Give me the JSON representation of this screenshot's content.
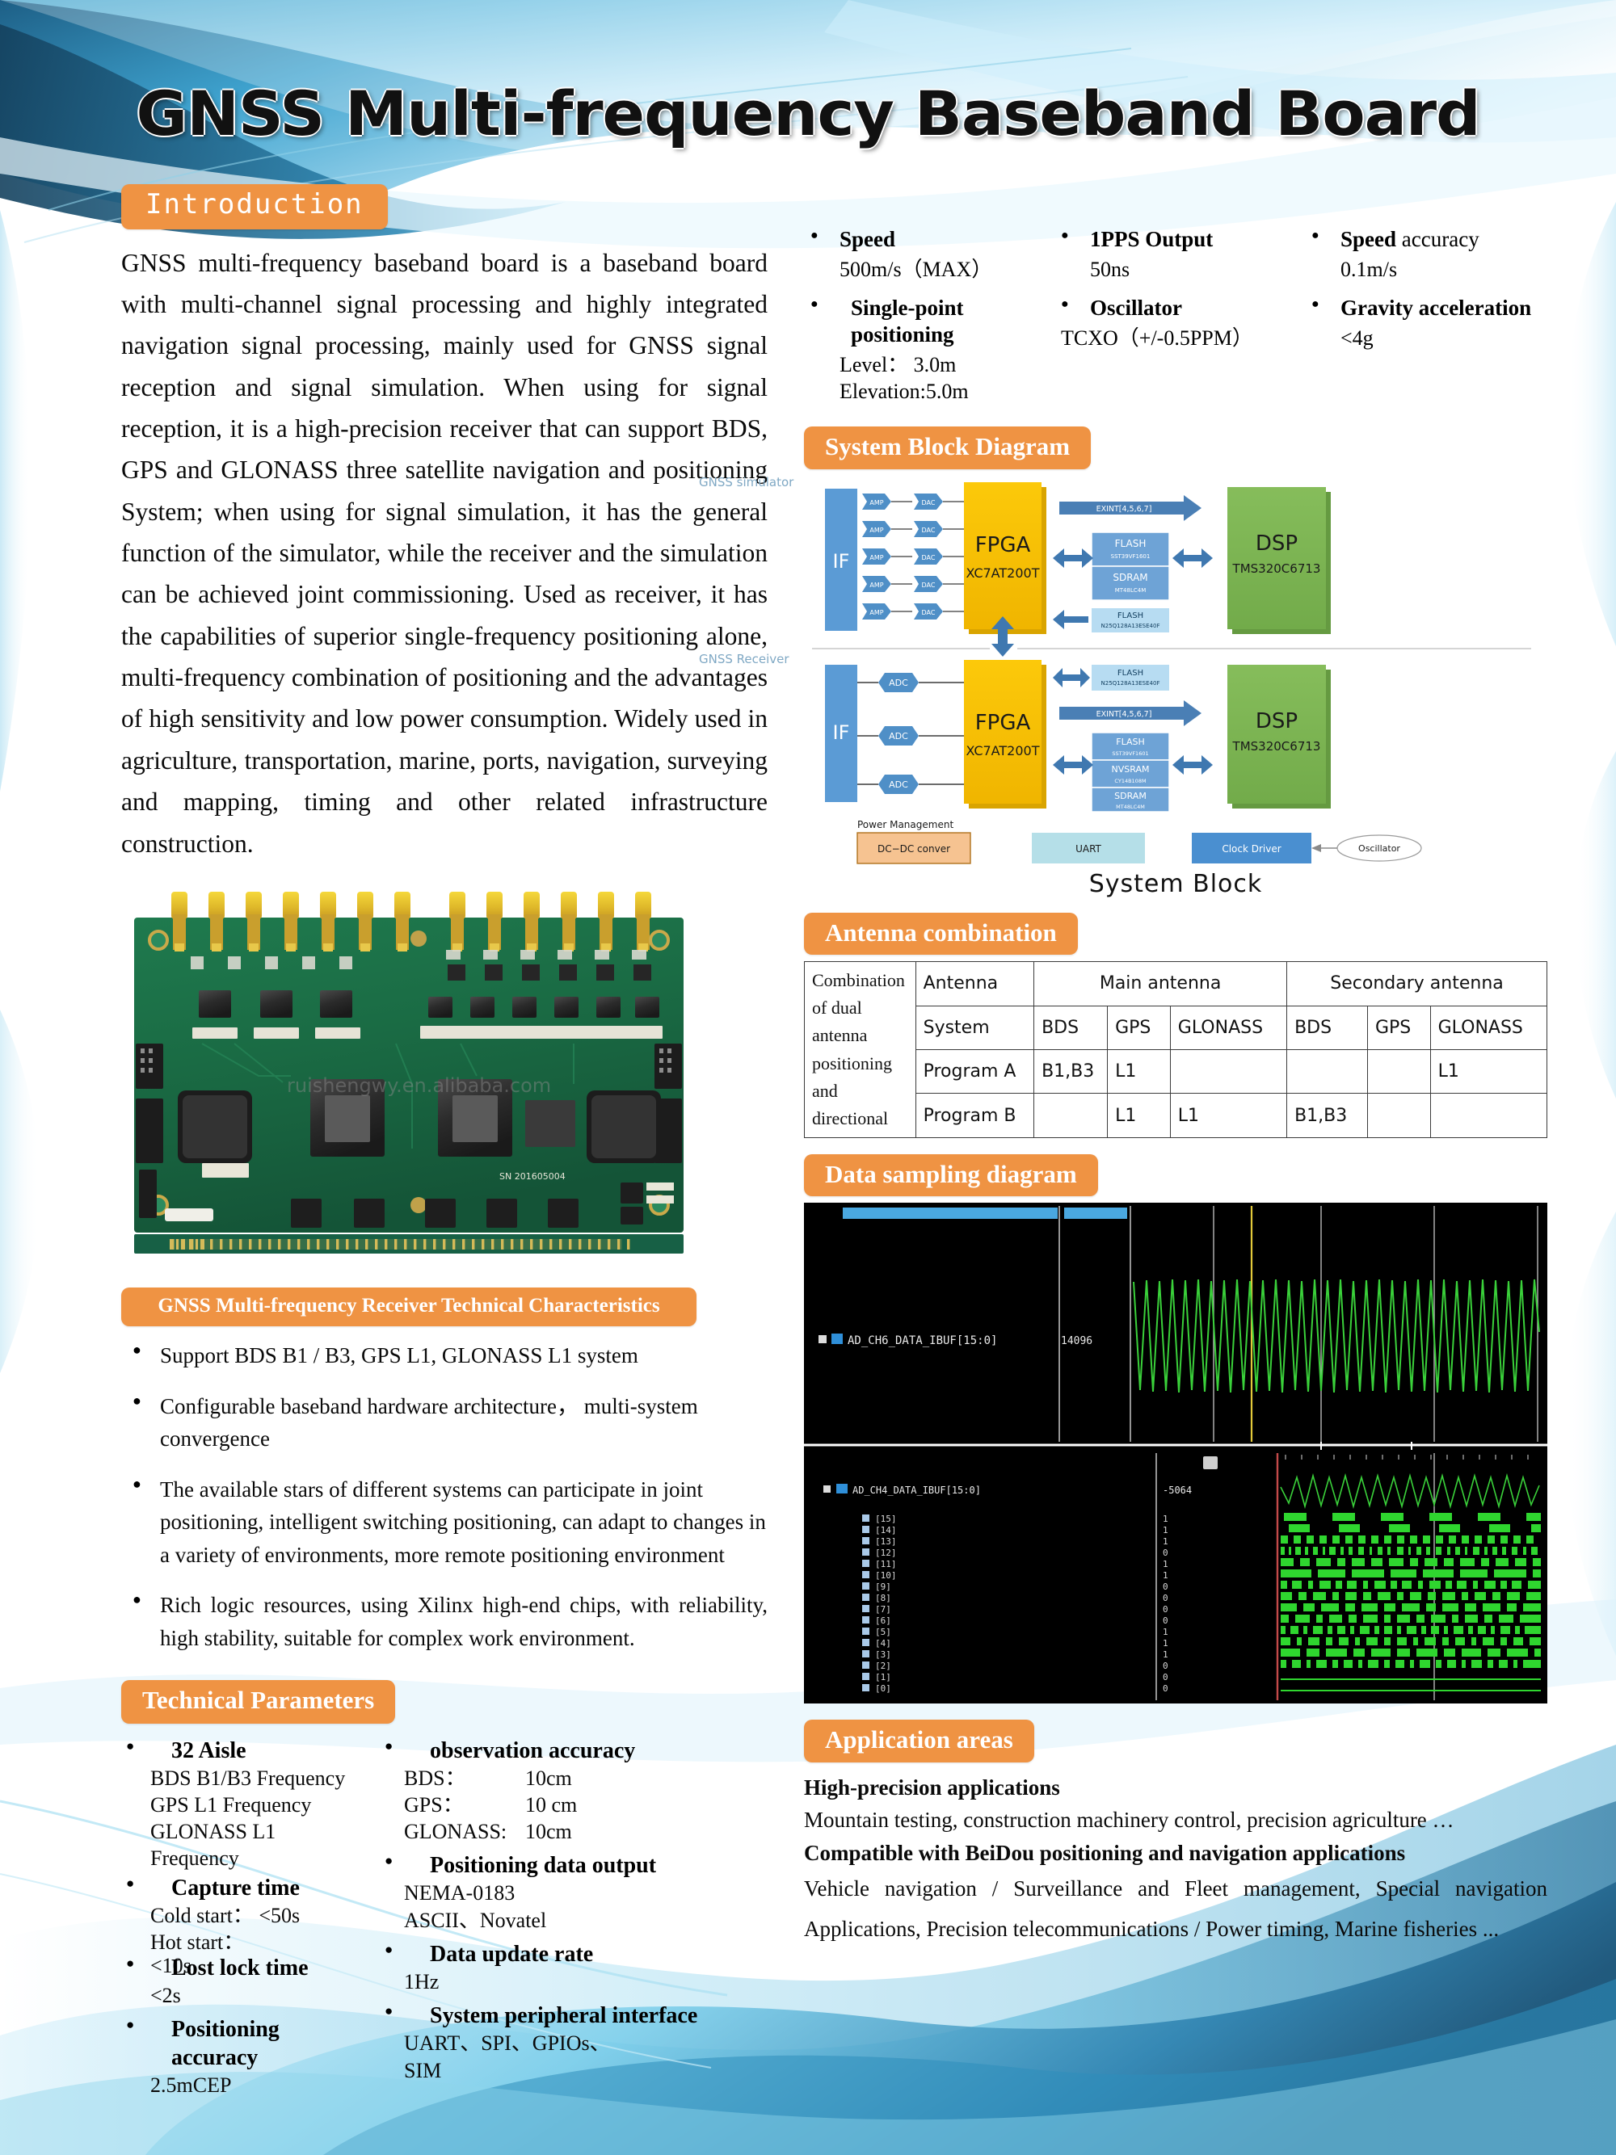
{
  "header": {
    "title": "GNSS Multi-frequency Baseband Board"
  },
  "intro": {
    "pill": "Introduction",
    "body": "GNSS multi-frequency baseband board is a baseband board with multi-channel signal processing and highly integrated navigation signal processing, mainly used for GNSS signal reception and signal simulation. When using for signal reception, it is a high-precision receiver that can support BDS, GPS and GLONASS three satellite navigation and positioning System; when using for signal simulation, it has the general function of the simulator, while the receiver and the simulation can be achieved joint commissioning. Used as receiver, it has the capabilities of superior single-frequency positioning alone, multi-frequency combination of positioning and the advantages of high sensitivity and low power consumption. Widely used in agriculture, transportation, marine, ports, navigation, surveying and mapping, timing and other related infrastructure construction."
  },
  "pcb": {
    "serial_number": "SN 201605004",
    "connector_count": 13
  },
  "tech_characteristics": {
    "pill": "GNSS Multi-frequency Receiver Technical Characteristics",
    "items": [
      "Support BDS B1 / B3, GPS L1, GLONASS L1 system",
      "Configurable baseband hardware architecture， multi-system convergence",
      "The available stars of different systems can participate in joint positioning, intelligent switching positioning, can adapt to changes in a variety of environments, more remote positioning environment",
      "Rich logic resources, using Xilinx high-end chips, with reliability, high stability, suitable for complex work environment."
    ]
  },
  "tech_parameters": {
    "pill": "Technical Parameters",
    "left": [
      {
        "title": "32 Aisle",
        "lines": [
          "BDS B1/B3 Frequency",
          "GPS L1 Frequency",
          "GLONASS L1 Frequency"
        ]
      },
      {
        "title": "Capture time",
        "lines": [
          "Cold start： <50s",
          "Hot start：",
          "<10s"
        ]
      },
      {
        "title": "Lost lock time",
        "lines": [
          "<2s"
        ]
      },
      {
        "title": "Positioning accuracy",
        "lines": [
          "2.5mCEP"
        ]
      }
    ],
    "right": [
      {
        "title": "observation accuracy",
        "rows": [
          {
            "k": "BDS：",
            "v": "10cm"
          },
          {
            "k": "GPS：",
            "v": "10 cm"
          },
          {
            "k": "GLONASS:",
            "v": "10cm"
          }
        ]
      },
      {
        "title": "Positioning data output",
        "lines": [
          "NEMA-0183",
          "ASCII、Novatel"
        ]
      },
      {
        "title": "Data update rate",
        "lines": [
          "1Hz"
        ]
      },
      {
        "title": "System peripheral interface",
        "lines": [
          "UART、SPI、GPIOs、",
          "SIM"
        ]
      }
    ]
  },
  "specs": [
    {
      "title_bold": "Speed",
      "title_light": "",
      "value": "500m/s（MAX）"
    },
    {
      "title_bold": "1PPS Output",
      "title_light": "",
      "value": "50ns"
    },
    {
      "title_bold": "Speed",
      "title_light": " accuracy",
      "value": "0.1m/s"
    },
    {
      "title_bold": "Single-point positioning",
      "title_light": "",
      "value": "Level： 3.0m\nElevation:5.0m"
    },
    {
      "title_bold": "Oscillator",
      "title_light": "",
      "value": "TCXO（+/-0.5PPM）"
    },
    {
      "title_bold": "Gravity acceleration",
      "title_light": "",
      "value": "<4g"
    }
  ],
  "block_diagram": {
    "pill": "System Block Diagram",
    "caption": "System  Block",
    "row_tags": [
      "GNSS simulator",
      "GNSS Receiver"
    ],
    "top_row": {
      "if_label": "IF",
      "chain_a": "AMP",
      "chain_b": "DAC",
      "chain_count": 5,
      "fpga_name": "FPGA",
      "fpga_part": "XC7AT200T",
      "bus_label": "EXINT[4,5,6,7]",
      "memories": [
        {
          "name": "FLASH",
          "part": "SST39VF1601"
        },
        {
          "name": "SDRAM",
          "part": "MT48LC4M"
        }
      ],
      "extra_memory": {
        "name": "FLASH",
        "part": "N25Q128A13ESE40F"
      },
      "dsp_name": "DSP",
      "dsp_part": "TMS320C6713"
    },
    "bottom_row": {
      "if_label": "IF",
      "chain_a": "ADC",
      "chain_count": 3,
      "fpga_name": "FPGA",
      "fpga_part": "XC7AT200T",
      "bus_label": "EXINT[4,5,6,7]",
      "top_memory": {
        "name": "FLASH",
        "part": "N25Q128A13ESE40F"
      },
      "memories": [
        {
          "name": "FLASH",
          "part": "SST39VF1601"
        },
        {
          "name": "NVSRAM",
          "part": "CY14B108M"
        },
        {
          "name": "SDRAM",
          "part": "MT48LC4M"
        }
      ],
      "dsp_name": "DSP",
      "dsp_part": "TMS320C6713"
    },
    "power": {
      "label": "Power Management",
      "dcdc": "DC−DC conver",
      "uart": "UART",
      "clock": "Clock Driver",
      "oscillator": "Oscillator"
    }
  },
  "antenna": {
    "pill": "Antenna combination",
    "row_header_label": "Combination of dual antenna positioning and directional",
    "header_row_1": [
      "Antenna",
      "Main antenna",
      "Secondary antenna"
    ],
    "header_row_2": [
      "System",
      "BDS",
      "GPS",
      "GLONASS",
      "BDS",
      "GPS",
      "GLONASS"
    ],
    "rows": [
      {
        "name": "Program A",
        "cells": [
          "B1,B3",
          "L1",
          "",
          "",
          "",
          "L1"
        ]
      },
      {
        "name": "Program B",
        "cells": [
          "",
          "L1",
          "L1",
          "B1,B3",
          "",
          ""
        ]
      }
    ]
  },
  "data_sampling": {
    "pill": "Data sampling diagram",
    "top_panel": {
      "signal": "AD_CH6_DATA_IBUF[15:0]",
      "value": "14096"
    },
    "bottom_panel": {
      "signal": "AD_CH4_DATA_IBUF[15:0]",
      "value": "-5064",
      "bits": [
        {
          "label": "[15]",
          "value": "1"
        },
        {
          "label": "[14]",
          "value": "1"
        },
        {
          "label": "[13]",
          "value": "1"
        },
        {
          "label": "[12]",
          "value": "0"
        },
        {
          "label": "[11]",
          "value": "1"
        },
        {
          "label": "[10]",
          "value": "1"
        },
        {
          "label": "[9]",
          "value": "0"
        },
        {
          "label": "[8]",
          "value": "0"
        },
        {
          "label": "[7]",
          "value": "0"
        },
        {
          "label": "[6]",
          "value": "0"
        },
        {
          "label": "[5]",
          "value": "1"
        },
        {
          "label": "[4]",
          "value": "1"
        },
        {
          "label": "[3]",
          "value": "1"
        },
        {
          "label": "[2]",
          "value": "0"
        },
        {
          "label": "[1]",
          "value": "0"
        },
        {
          "label": "[0]",
          "value": "0"
        }
      ]
    }
  },
  "application": {
    "pill": "Application areas",
    "heading_1": "High-precision applications",
    "text_1": "Mountain testing, construction machinery control, precision agriculture …",
    "heading_2": "Compatible with BeiDou positioning and navigation applications",
    "text_2": "Vehicle navigation / Surveillance and Fleet management, Special navigation Applications, Precision telecommunications / Power timing, Marine fisheries ..."
  },
  "watermarks": {
    "center": "ruishengwy.en.alibaba.com"
  },
  "colors": {
    "accent_orange": "#ef9343",
    "fpga_yellow": "#f5c015",
    "dsp_green": "#7cb250",
    "if_blue": "#5b9bd5",
    "mem_blue": "#4a86c8",
    "wave_green": "#2fd62f"
  }
}
